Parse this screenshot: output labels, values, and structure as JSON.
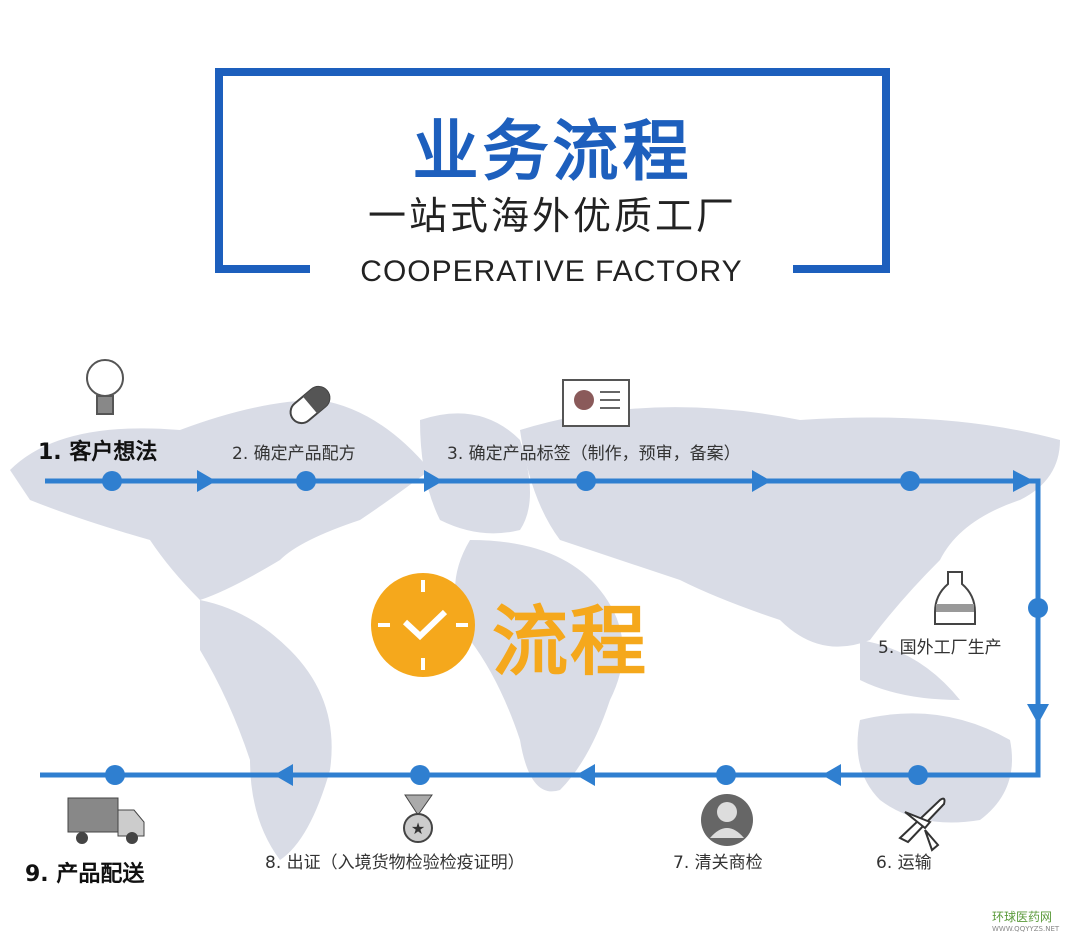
{
  "header": {
    "title": "业务流程",
    "subtitle": "一站式海外优质工厂",
    "english": "COOPERATIVE FACTORY"
  },
  "center": {
    "label": "流程",
    "icon": "clock-icon"
  },
  "steps": [
    {
      "label": "1. 客户想法",
      "icon": "lightbulb-icon"
    },
    {
      "label": "2. 确定产品配方",
      "icon": "pill-icon"
    },
    {
      "label": "3. 确定产品标签（制作，预审，备案）",
      "icon": "id-card-icon"
    },
    {
      "label": "5. 国外工厂生产",
      "icon": "flask-icon"
    },
    {
      "label": "6. 运输",
      "icon": "airplane-icon"
    },
    {
      "label": "7. 清关商检",
      "icon": "person-icon"
    },
    {
      "label": "8. 出证（入境货物检验检疫证明）",
      "icon": "medal-icon"
    },
    {
      "label": "9. 产品配送",
      "icon": "truck-icon"
    }
  ],
  "colors": {
    "header_blue": "#1d5fbd",
    "line_blue": "#2f7fd0",
    "accent_orange": "#f5a81c",
    "map_gray": "#d9dce6"
  },
  "watermark": {
    "name": "环球医药网",
    "url": "WWW.QQYYZS.NET"
  }
}
